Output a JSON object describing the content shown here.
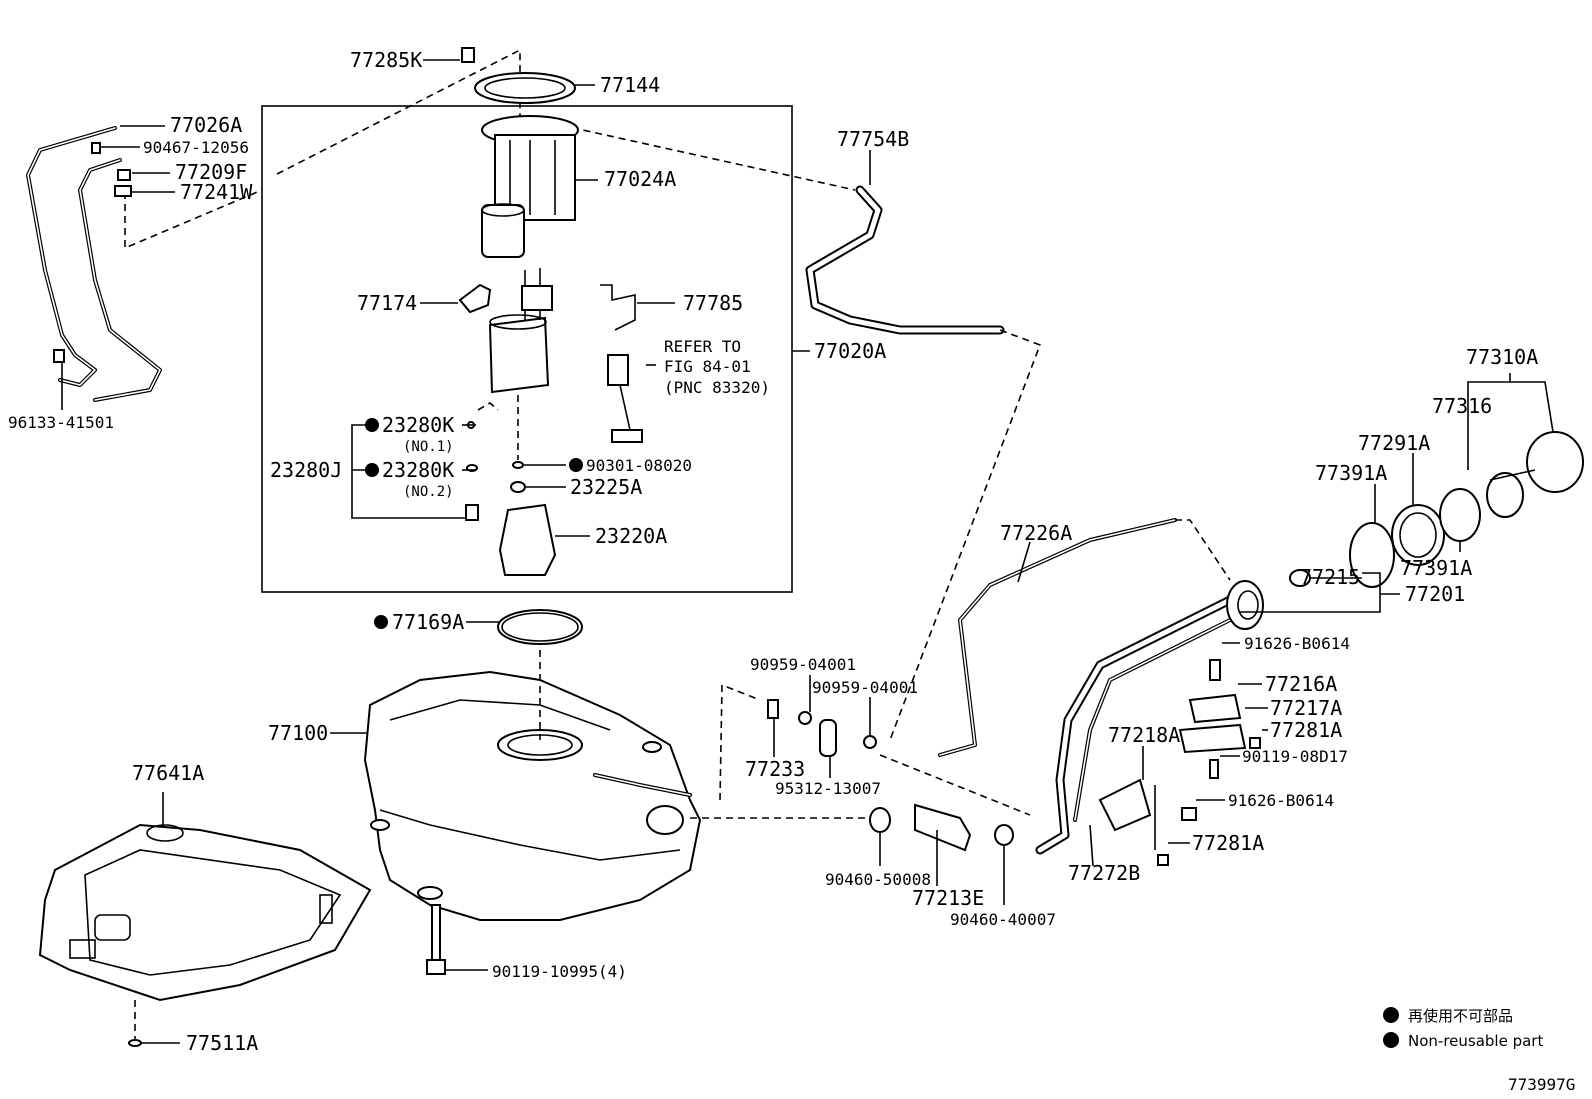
{
  "labels": {
    "p77285K": "77285K",
    "p77144": "77144",
    "p77026A": "77026A",
    "p90467": "90467-12056",
    "p77209F": "77209F",
    "p77241W": "77241W",
    "p77024A": "77024A",
    "p77754B": "77754B",
    "p77174": "77174",
    "p77785": "77785",
    "refer1": "REFER TO",
    "refer2": "FIG 84-01",
    "refer3": "(PNC 83320)",
    "p77020A": "77020A",
    "p96133": "96133-41501",
    "p23280K1": "23280K",
    "no1": "(NO.1)",
    "p23280J": "23280J",
    "p23280K2": "23280K",
    "no2": "(NO.2)",
    "p90301": "90301-08020",
    "p23225A": "23225A",
    "p23220A": "23220A",
    "p77310A": "77310A",
    "p77316": "77316",
    "p77291A": "77291A",
    "p77391A1": "77391A",
    "p77391A2": "77391A",
    "p77226A": "77226A",
    "p77215": "77215",
    "p77201": "77201",
    "p91626a": "91626-B0614",
    "p77169A": "77169A",
    "p90959a": "90959-04001",
    "p90959b": "90959-04001",
    "p77216A": "77216A",
    "p77217A": "77217A",
    "p77281A1": "77281A",
    "p77218A": "77218A",
    "p90119a": "90119-08D17",
    "p77100": "77100",
    "p77233": "77233",
    "p95312": "95312-13007",
    "p91626b": "91626-B0614",
    "p77641A": "77641A",
    "p77281A2": "77281A",
    "p90460a": "90460-50008",
    "p77213E": "77213E",
    "p77272B": "77272B",
    "p90460b": "90460-40007",
    "p90119b": "90119-10995(4)",
    "p77511A": "77511A"
  },
  "legend": {
    "jp": "再使用不可部品",
    "en": "Non-reusable part"
  },
  "figure_id": "773997G"
}
